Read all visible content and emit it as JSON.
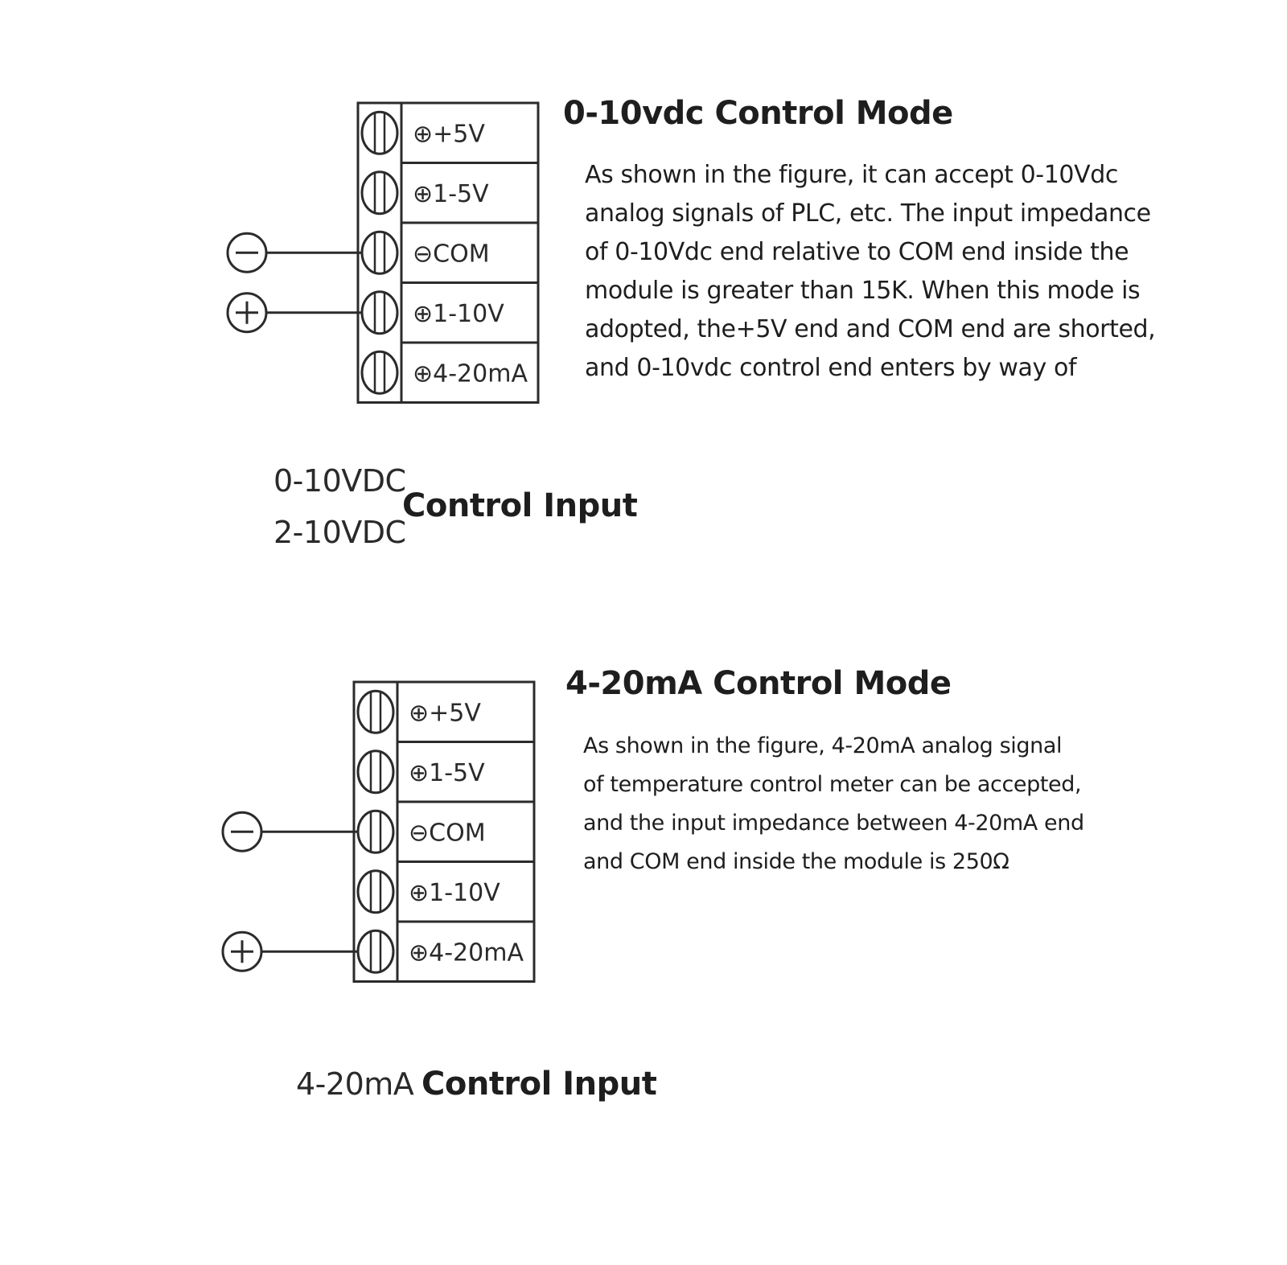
{
  "section_voltage": {
    "title": "0-10vdc Control Mode",
    "description_lines": [
      "As shown in the figure, it can accept 0-10Vdc",
      "analog signals of PLC, etc. The input impedance",
      "of 0-10Vdc end relative to COM end inside the",
      "module is greater than 15K. When this mode is",
      "adopted, the+5V end and COM end are shorted,",
      "and 0-10vdc control end enters by way of"
    ],
    "terminals": [
      "⊕+5V",
      "⊕1-5V",
      "⊖COM",
      "⊕1-10V",
      "⊕4-20mA"
    ],
    "wires": [
      {
        "terminal": "⊖COM",
        "polarity": "negative",
        "symbol": "−"
      },
      {
        "terminal": "⊕1-10V",
        "polarity": "positive",
        "symbol": "+"
      }
    ],
    "input_ranges": [
      "0-10VDC",
      "2-10VDC"
    ],
    "input_caption": "Control Input"
  },
  "section_current": {
    "title": "4-20mA Control Mode",
    "description_lines": [
      "As shown in the figure, 4-20mA analog signal",
      "of temperature control meter can be accepted,",
      "and the input impedance between 4-20mA end",
      "and COM end inside the module is 250Ω"
    ],
    "terminals": [
      "⊕+5V",
      "⊕1-5V",
      "⊖COM",
      "⊕1-10V",
      "⊕4-20mA"
    ],
    "wires": [
      {
        "terminal": "⊖COM",
        "polarity": "negative",
        "symbol": "−"
      },
      {
        "terminal": "⊕4-20mA",
        "polarity": "positive",
        "symbol": "+"
      }
    ],
    "input_range": "4-20mA",
    "input_caption": "Control Input"
  },
  "colors": {
    "line": "#2b2b2b",
    "text": "#1e1e1e",
    "background": "#ffffff"
  }
}
